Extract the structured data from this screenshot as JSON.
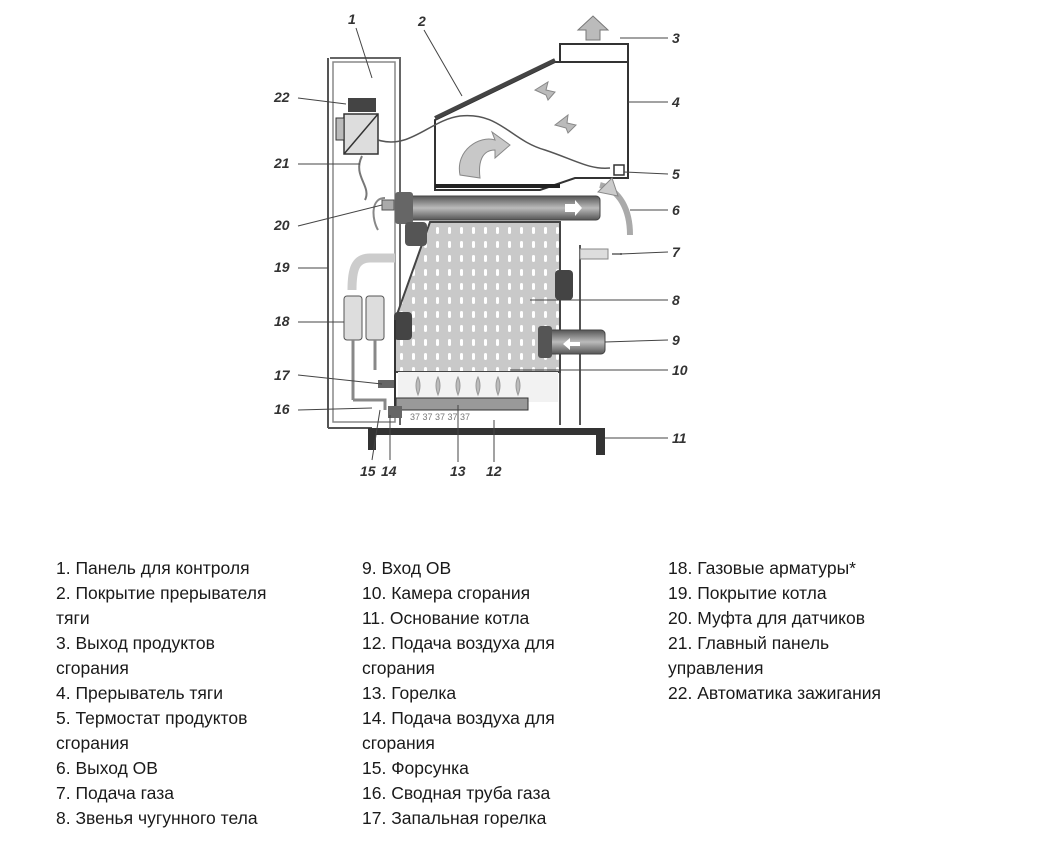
{
  "callouts": [
    "1",
    "2",
    "3",
    "4",
    "5",
    "6",
    "7",
    "8",
    "9",
    "10",
    "11",
    "12",
    "13",
    "14",
    "15",
    "16",
    "17",
    "18",
    "19",
    "20",
    "21",
    "22"
  ],
  "legend": {
    "col1": [
      "1. Панель для контроля",
      "2. Покрытие прерывателя\nтяги",
      "3. Выход продуктов\nсгорания",
      "4. Прерыватель тяги",
      "5. Термостат продуктов\nсгорания",
      "6. Выход ОВ",
      "7. Подача газа",
      "8. Звенья чугунного тела"
    ],
    "col2": [
      " 9. Вход ОВ",
      "10. Камера сгорания",
      "11. Основание котла",
      "12. Подача воздуха для\nсгорания",
      "13. Горелка",
      "14. Подача воздуха для\nсгорания",
      "15. Форсунка",
      "16. Сводная труба газа",
      "17. Запальная горелка"
    ],
    "col3": [
      "18. Газовые арматуры*",
      "19. Покрытие котла",
      "20. Муфта для датчиков",
      "21. Главный панель\nуправления",
      "22. Автоматика зажигания"
    ]
  }
}
